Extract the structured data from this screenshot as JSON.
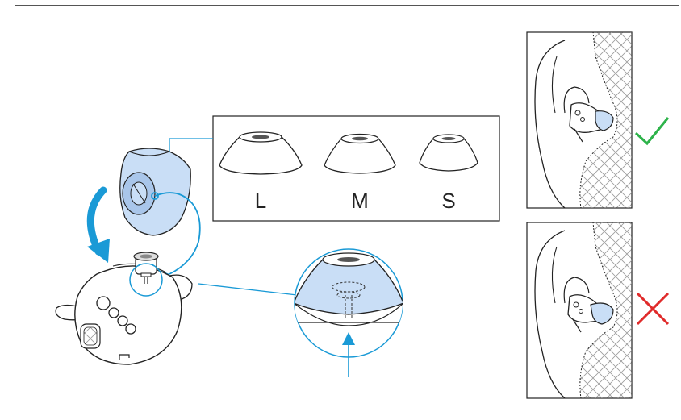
{
  "sizes": {
    "large": "L",
    "medium": "M",
    "small": "S"
  },
  "colors": {
    "accent": "#1a9ad6",
    "tip_fill": "#c9def6",
    "tip_fill_dark": "#a9c6ea",
    "correct": "#2db34a",
    "incorrect": "#e02b2b",
    "line": "#222222"
  },
  "icons": {
    "correct": "checkmark-icon",
    "incorrect": "cross-icon"
  }
}
